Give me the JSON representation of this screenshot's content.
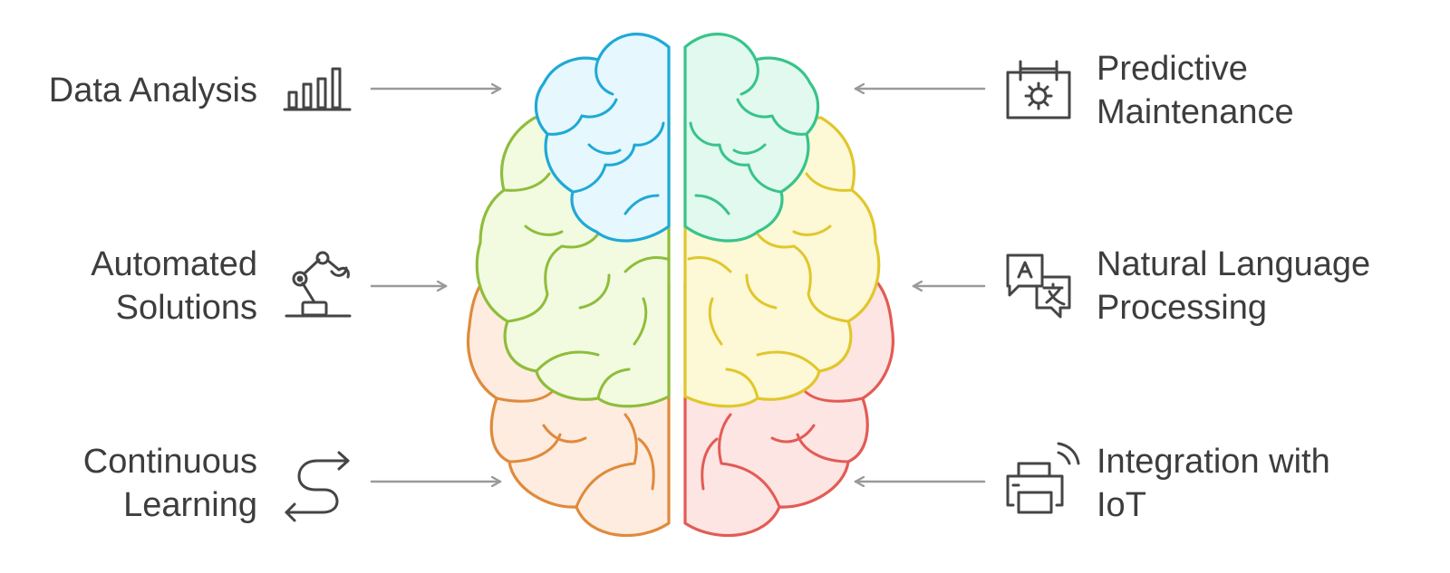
{
  "colors": {
    "lobe_top_left": {
      "fill": "#e6f8fd",
      "stroke": "#1fa9d6"
    },
    "lobe_top_right": {
      "fill": "#e2f9ef",
      "stroke": "#37c48a"
    },
    "lobe_mid_left": {
      "fill": "#f2fbe0",
      "stroke": "#8fbd3c"
    },
    "lobe_mid_right": {
      "fill": "#fdf8d6",
      "stroke": "#e0c72c"
    },
    "lobe_low_left": {
      "fill": "#fdecdf",
      "stroke": "#e08a3c"
    },
    "lobe_low_right": {
      "fill": "#fde5e3",
      "stroke": "#e35b55"
    },
    "arrow": "#9a9a9a",
    "icon": "#454545",
    "text": "#3d3d3d"
  },
  "items": {
    "data_analysis": {
      "lines": [
        "Data Analysis"
      ],
      "icon": "bar-chart-icon"
    },
    "automated": {
      "lines": [
        "Automated",
        "Solutions"
      ],
      "icon": "robot-arm-icon"
    },
    "continuous": {
      "lines": [
        "Continuous",
        "Learning"
      ],
      "icon": "s-curve-arrows-icon"
    },
    "predictive": {
      "lines": [
        "Predictive",
        "Maintenance"
      ],
      "icon": "calendar-gear-icon"
    },
    "nlp": {
      "lines": [
        "Natural Language",
        "Processing"
      ],
      "icon": "translate-icon"
    },
    "iot": {
      "lines": [
        "Integration with",
        "IoT"
      ],
      "icon": "wireless-printer-icon"
    }
  }
}
